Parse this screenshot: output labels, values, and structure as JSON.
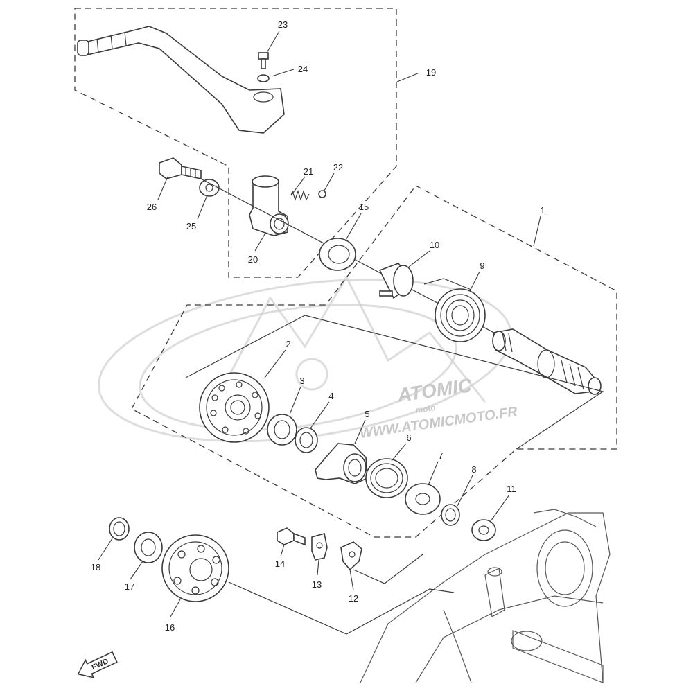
{
  "diagram": {
    "callouts": [
      "1",
      "2",
      "3",
      "4",
      "5",
      "6",
      "7",
      "8",
      "9",
      "10",
      "11",
      "12",
      "13",
      "14",
      "15",
      "16",
      "17",
      "18",
      "19",
      "20",
      "21",
      "22",
      "23",
      "24",
      "25",
      "26"
    ],
    "direction_label": "FWD",
    "watermark": {
      "brand": "ATOMIC",
      "sub": "moto",
      "url": "WWW.ATOMICMOTO.FR"
    }
  }
}
